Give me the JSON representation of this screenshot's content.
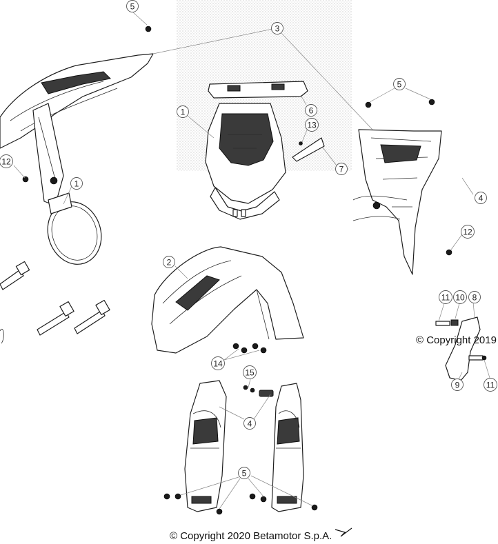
{
  "diagram": {
    "callouts": [
      {
        "id": "c-5-top",
        "label": "5"
      },
      {
        "id": "c-3",
        "label": "3"
      },
      {
        "id": "c-5-right",
        "label": "5"
      },
      {
        "id": "c-1-top",
        "label": "1"
      },
      {
        "id": "c-6",
        "label": "6"
      },
      {
        "id": "c-13",
        "label": "13"
      },
      {
        "id": "c-7",
        "label": "7"
      },
      {
        "id": "c-12-left",
        "label": "12"
      },
      {
        "id": "c-1-left",
        "label": "1"
      },
      {
        "id": "c-4-right",
        "label": "4"
      },
      {
        "id": "c-12-right",
        "label": "12"
      },
      {
        "id": "c-2",
        "label": "2"
      },
      {
        "id": "c-11-top",
        "label": "11"
      },
      {
        "id": "c-10",
        "label": "10"
      },
      {
        "id": "c-8",
        "label": "8"
      },
      {
        "id": "c-14",
        "label": "14"
      },
      {
        "id": "c-15",
        "label": "15"
      },
      {
        "id": "c-4-center",
        "label": "4"
      },
      {
        "id": "c-9",
        "label": "9"
      },
      {
        "id": "c-11-bottom",
        "label": "11"
      },
      {
        "id": "c-5-bottom",
        "label": "5"
      }
    ],
    "copyright_main": "© Copyright 2020 Betamotor S.p.A.",
    "copyright_side": "© Copyright 2019"
  }
}
